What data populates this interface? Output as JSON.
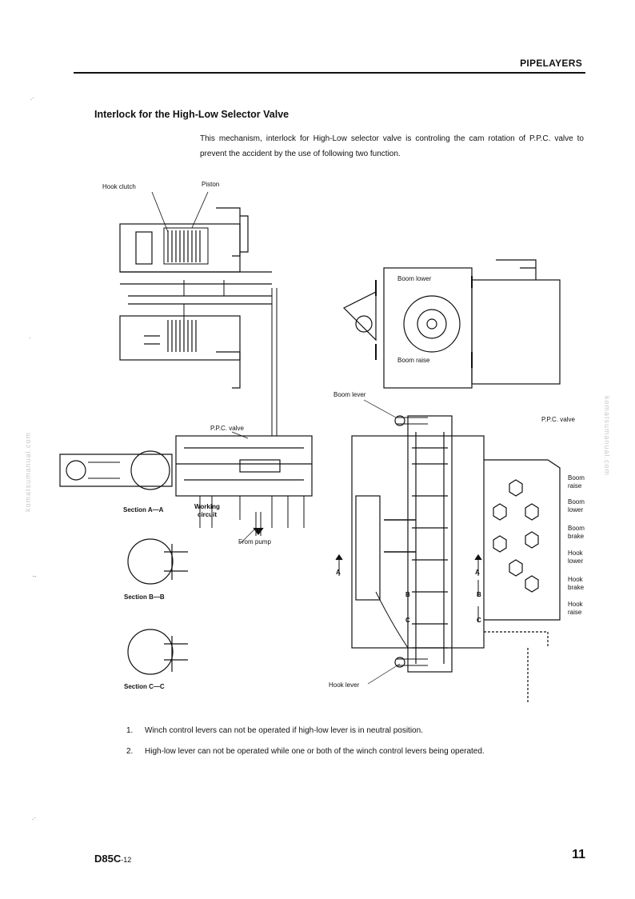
{
  "header": {
    "section": "PIPELAYERS"
  },
  "title": "Interlock for the High-Low Selector Valve",
  "intro": "This mechanism, interlock for High-Low selector valve is controling the cam rotation of P.P.C. valve to prevent the accident by the use of following two function.",
  "diagram_labels": {
    "hook_clutch": "Hook clutch",
    "piston": "Piston",
    "boom_lower_top": "Boom lower",
    "boom_raise_top": "Boom raise",
    "boom_lever": "Boom lever",
    "ppc_valve_left": "P.P.C. valve",
    "ppc_valve_right": "P.P.C. valve",
    "section_aa": "Section A—A",
    "section_bb": "Section B—B",
    "section_cc": "Section C—C",
    "working_circuit_1": "Working",
    "working_circuit_2": "circuit",
    "from_pump": "From pump",
    "hook_lever": "Hook lever",
    "boom_raise_r1": "Boom",
    "boom_raise_r2": "raise",
    "boom_lower_r1": "Boom",
    "boom_lower_r2": "lower",
    "boom_brake_r1": "Boom",
    "boom_brake_r2": "brake",
    "hook_lower_r1": "Hook",
    "hook_lower_r2": "lower",
    "hook_brake_r1": "Hook",
    "hook_brake_r2": "brake",
    "hook_raise_r1": "Hook",
    "hook_raise_r2": "raise",
    "mark_a": "A",
    "mark_b": "B",
    "mark_c": "C"
  },
  "notes": [
    {
      "num": "1.",
      "text": "Winch control levers can not be operated if high-low lever is in neutral position."
    },
    {
      "num": "2.",
      "text": "High-low lever can not be operated while one or both of the winch control levers being operated."
    }
  ],
  "footer": {
    "model": "D85C",
    "model_suffix": "-12",
    "page": "11"
  },
  "watermark": "komatsumanual.com"
}
